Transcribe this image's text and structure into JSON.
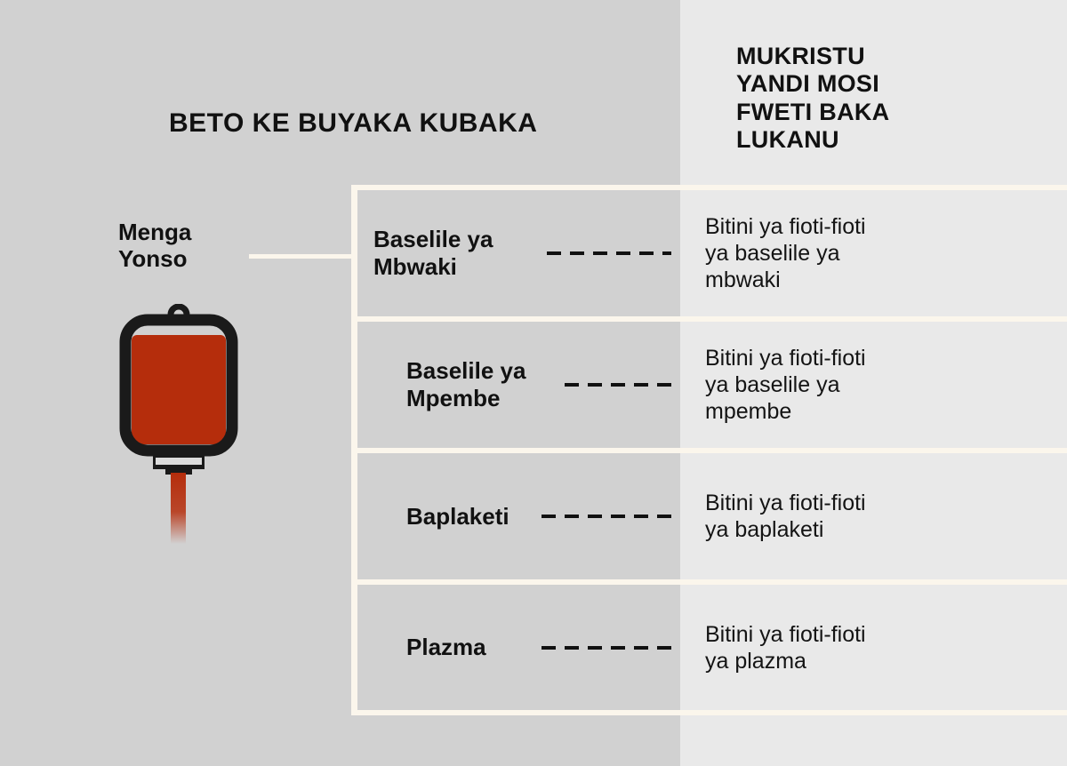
{
  "theme": {
    "background": "#d1d1d1",
    "panel_background": "#e9e9e9",
    "rail_color": "#fbf6ec",
    "text_color": "#111111",
    "blood_color": "#b52d0c",
    "bag_outline": "#1a1a1a"
  },
  "headings": {
    "main_title": "BETO KE BUYAKA KUBAKA",
    "right_title_lines": [
      "MUKRISTU",
      "YANDI MOSI",
      "FWETI BAKA",
      "LUKANU"
    ]
  },
  "source": {
    "label_lines": [
      "Menga",
      "Yonso"
    ],
    "icon": "blood-bag-icon"
  },
  "table": {
    "rows": [
      {
        "label": "Baselile ya Mbwaki",
        "label_lines": [
          "Baselile ya",
          "Mbwaki"
        ],
        "description": "Bitini ya fioti-fioti ya baselile ya mbwaki",
        "description_lines": [
          "Bitini ya fioti-fioti",
          "ya baselile ya",
          "mbwaki"
        ],
        "dash_width": 140,
        "label_indent": 18
      },
      {
        "label": "Baselile ya Mpembe",
        "label_lines": [
          "Baselile ya",
          "Mpembe"
        ],
        "description": "Bitini ya fioti-fioti ya baselile ya mpembe",
        "description_lines": [
          "Bitini ya fioti-fioti",
          "ya baselile ya",
          "mpembe"
        ],
        "dash_width": 120,
        "label_indent": 55
      },
      {
        "label": "Baplaketi",
        "label_lines": [
          "Baplaketi"
        ],
        "description": "Bitini ya fioti-fioti ya baplaketi",
        "description_lines": [
          "Bitini ya fioti-fioti",
          "ya baplaketi"
        ],
        "dash_width": 146,
        "label_indent": 55
      },
      {
        "label": "Plazma",
        "label_lines": [
          "Plazma"
        ],
        "description": "Bitini ya fioti-fioti ya plazma",
        "description_lines": [
          "Bitini ya fioti-fioti",
          "ya plazma"
        ],
        "dash_width": 146,
        "label_indent": 55
      }
    ]
  }
}
